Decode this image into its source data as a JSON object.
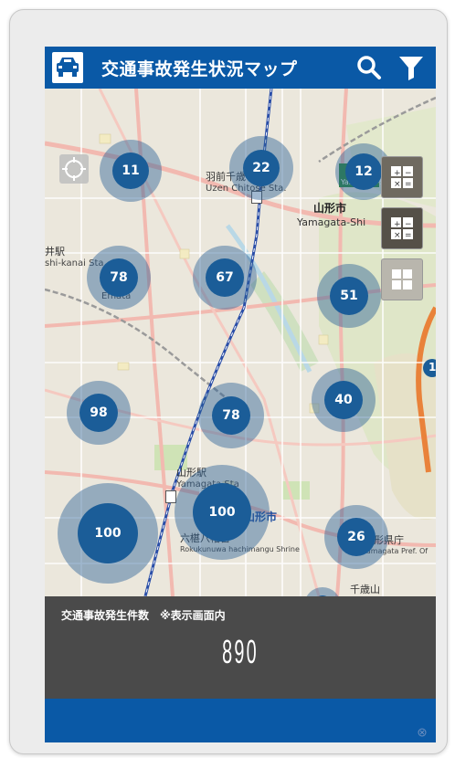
{
  "header": {
    "title": "交通事故発生状況マップ",
    "icons": [
      "car-icon",
      "search-icon",
      "filter-icon"
    ]
  },
  "map": {
    "clusters": [
      {
        "id": "c1",
        "count": "11"
      },
      {
        "id": "c2",
        "count": "22"
      },
      {
        "id": "c3",
        "count": "12"
      },
      {
        "id": "c4",
        "count": "78"
      },
      {
        "id": "c5",
        "count": "67"
      },
      {
        "id": "c6",
        "count": "51"
      },
      {
        "id": "c7",
        "count": "98"
      },
      {
        "id": "c8",
        "count": "78"
      },
      {
        "id": "c9",
        "count": "40"
      },
      {
        "id": "c10",
        "count": "100"
      },
      {
        "id": "c11",
        "count": "100"
      },
      {
        "id": "c12",
        "count": "26"
      }
    ],
    "edge_badge": "1",
    "labels": {
      "hazen_jp": "羽前千歳",
      "hazen_en": "Uzen Chitose Sta.",
      "yamagata_city_jp": "山形市",
      "yamagata_city_en": "Yamagata-Shi",
      "west_station_jp": "井駅",
      "west_station_en": "shi-kanai Sta",
      "emata": "Emata",
      "yamagata_station_jp": "山形駅",
      "yamagata_station_en": "Yamagata Sta",
      "city_center": "山形市",
      "shrine_jp": "六椹八幡宮",
      "shrine_en": "Rokukunuwa hachimangu Shrine",
      "pref_office_jp": "形県庁",
      "pref_office_en": "Yamagata Pref. Of",
      "senzan": "千歳山",
      "green_sign": "Yamagata-Shi"
    }
  },
  "panel": {
    "label": "交通事故発生件数　※表示画面内",
    "count": "890"
  },
  "colors": {
    "header": "#0a59a6",
    "cluster_core": "#1b5d98",
    "panel": "#4a4a4a"
  }
}
